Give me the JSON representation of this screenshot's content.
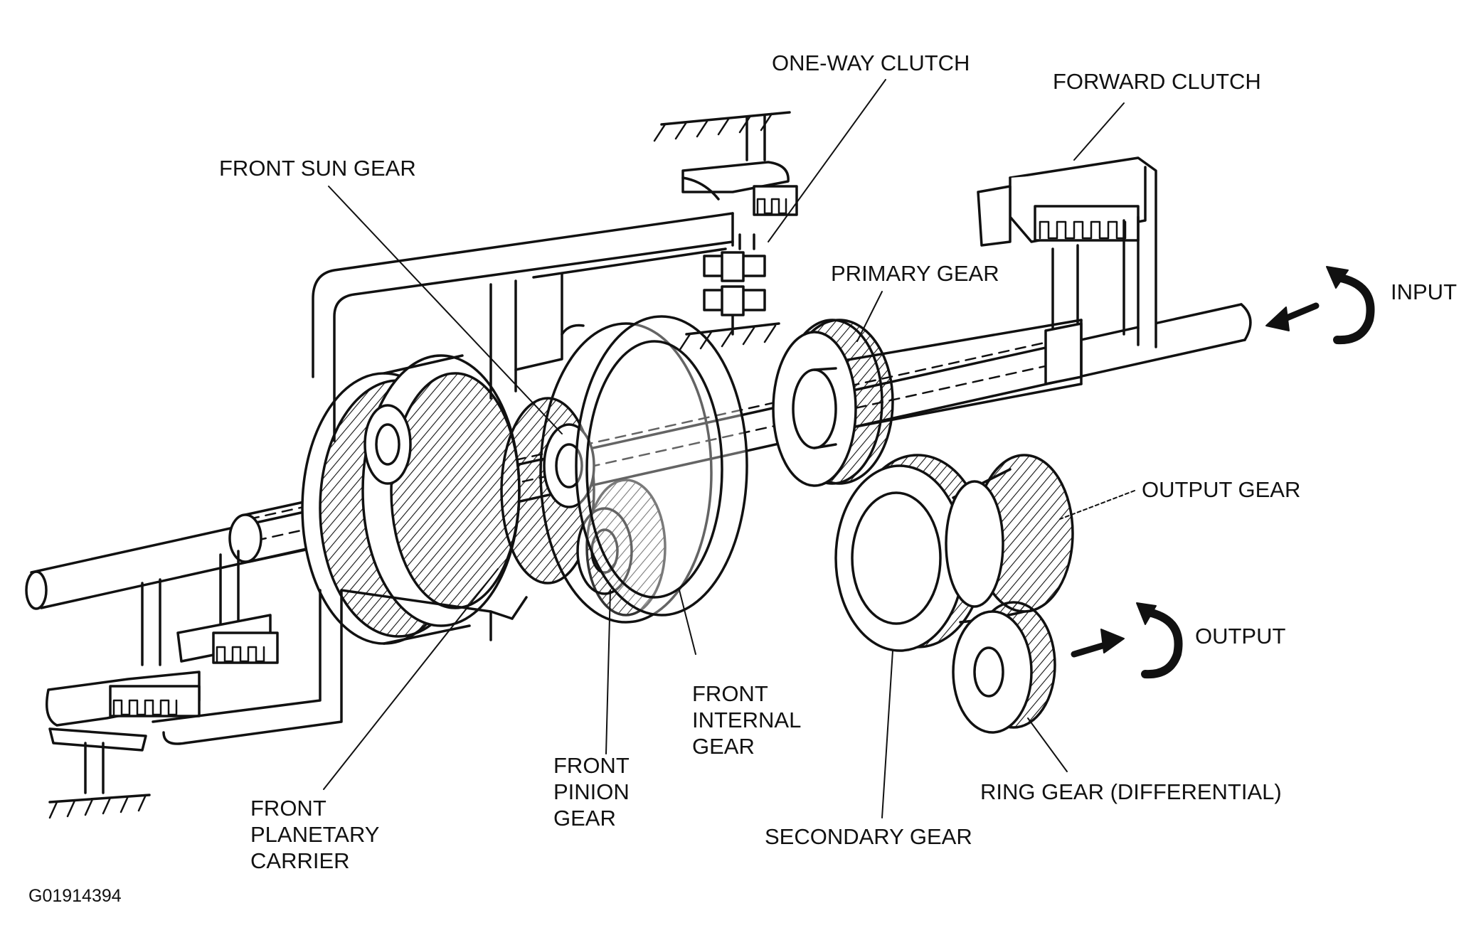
{
  "figure_id": "G01914394",
  "labels": {
    "one_way_clutch": "ONE-WAY CLUTCH",
    "forward_clutch": "FORWARD CLUTCH",
    "front_sun_gear": "FRONT SUN GEAR",
    "primary_gear": "PRIMARY GEAR",
    "input": "INPUT",
    "output_gear": "OUTPUT GEAR",
    "output": "OUTPUT",
    "front_internal_gear": [
      "FRONT",
      "INTERNAL",
      "GEAR"
    ],
    "front_pinion_gear": [
      "FRONT",
      "PINION",
      "GEAR"
    ],
    "front_planetary_carrier": [
      "FRONT",
      "PLANETARY",
      "CARRIER"
    ],
    "ring_gear": "RING GEAR (DIFFERENTIAL)",
    "secondary_gear": "SECONDARY GEAR"
  },
  "colors": {
    "ink": "#111111",
    "paper": "#ffffff"
  }
}
